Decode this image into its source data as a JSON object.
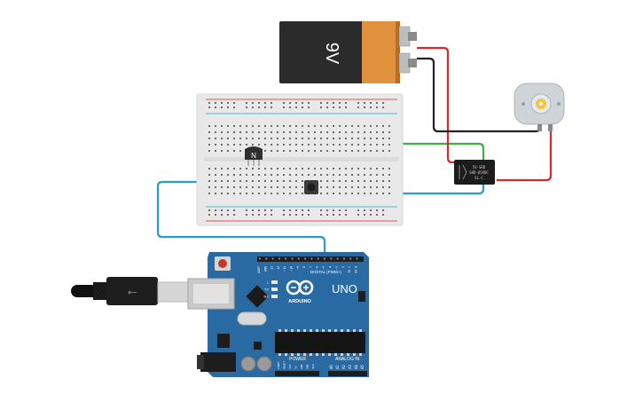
{
  "battery": {
    "label": "9V",
    "color_body": "#2b2b2b",
    "color_cap": "#e0913b"
  },
  "transistor": {
    "label": "N"
  },
  "relay": {
    "text_line1": "5V-SRD",
    "text_line2": "SRD-05VDC",
    "text_line3": "SL-C"
  },
  "arduino": {
    "brand": "ARDUINO",
    "model": "UNO",
    "digital_label": "DIGITAL (PWM~)",
    "power_label": "POWER",
    "analog_label": "ANALOG IN",
    "led_labels": [
      "L",
      "TX",
      "RX"
    ],
    "header_top": [
      "AREF",
      "GND",
      "13",
      "12",
      "~11",
      "~10",
      "~9",
      "8",
      "7",
      "~6",
      "~5",
      "4",
      "~3",
      "2",
      "TX 1",
      "RX 0"
    ],
    "header_power": [
      "IOREF",
      "RESET",
      "3V3",
      "5V",
      "GND",
      "GND",
      "VIN"
    ],
    "header_analog": [
      "A0",
      "A1",
      "A2",
      "A3",
      "A4",
      "A5"
    ]
  },
  "colors": {
    "board": "#2a6aa3",
    "wire_blue": "#2b9ad1",
    "wire_green": "#3fae49",
    "wire_red": "#d62a2a",
    "wire_black": "#222222"
  }
}
